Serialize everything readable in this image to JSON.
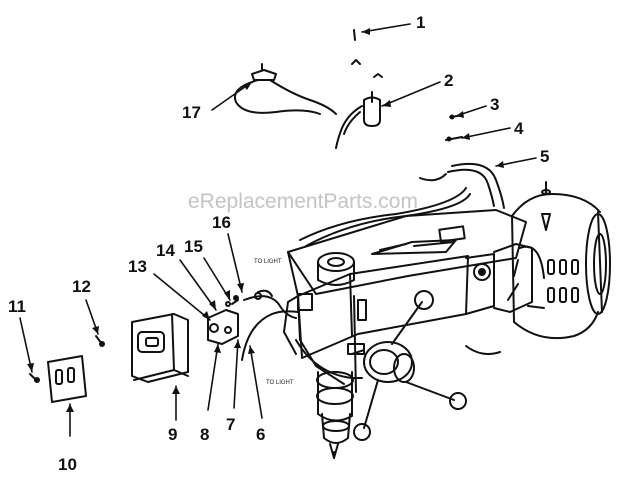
{
  "watermark": "eReplacementParts.com",
  "wire_labels": {
    "upper": "TO LIGHT",
    "lower": "TO LIGHT"
  },
  "callouts": {
    "c1": "1",
    "c2": "2",
    "c3": "3",
    "c4": "4",
    "c5": "5",
    "c6": "6",
    "c7": "7",
    "c8": "8",
    "c9": "9",
    "c10": "10",
    "c11": "11",
    "c12": "12",
    "c13": "13",
    "c14": "14",
    "c15": "15",
    "c16": "16",
    "c17": "17"
  },
  "colors": {
    "ink": "#111111",
    "watermark": "#c4c4c4",
    "background": "#ffffff"
  }
}
